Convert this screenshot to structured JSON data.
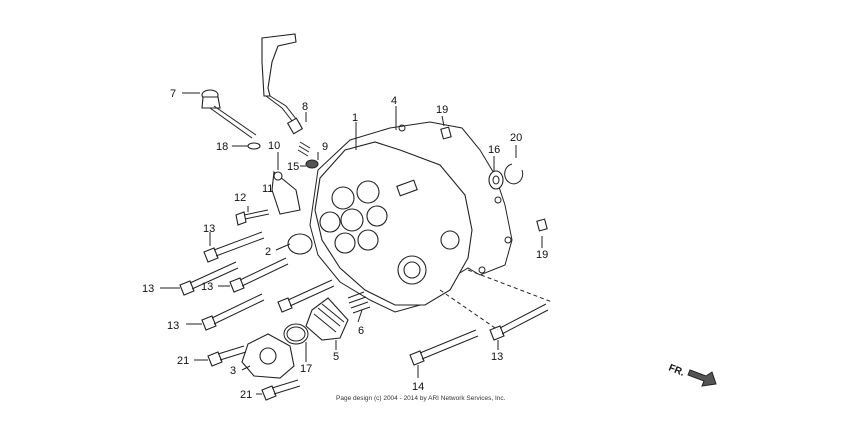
{
  "diagram": {
    "labels": [
      "1",
      "2",
      "3",
      "4",
      "5",
      "6",
      "7",
      "8",
      "9",
      "10",
      "11",
      "12",
      "13",
      "13",
      "13",
      "13",
      "13",
      "14",
      "15",
      "16",
      "17",
      "18",
      "19",
      "19",
      "20",
      "21",
      "21"
    ],
    "copyright": "Page design (c) 2004 - 2014 by ARI Network Services, Inc.",
    "direction": "FR."
  }
}
